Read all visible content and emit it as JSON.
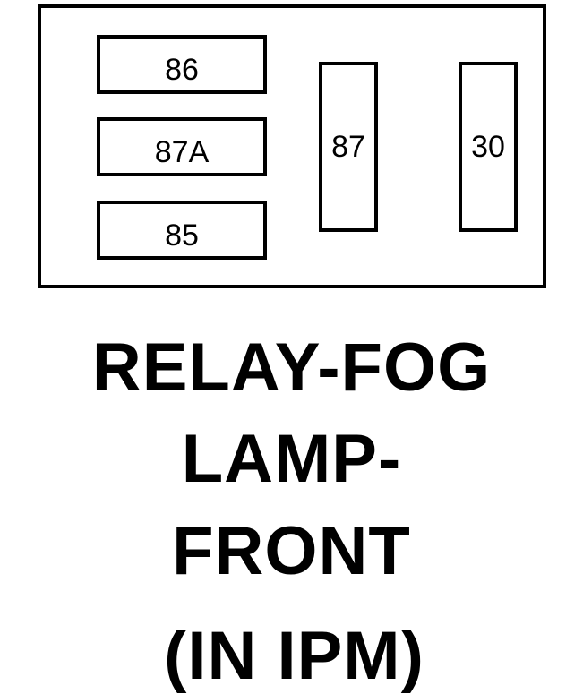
{
  "relay": {
    "pins": {
      "p86": "86",
      "p87a": "87A",
      "p85": "85",
      "p87": "87",
      "p30": "30"
    }
  },
  "caption": {
    "line1": "RELAY-FOG",
    "line2": "LAMP-",
    "line3": "FRONT",
    "line4": "(IN IPM)"
  }
}
